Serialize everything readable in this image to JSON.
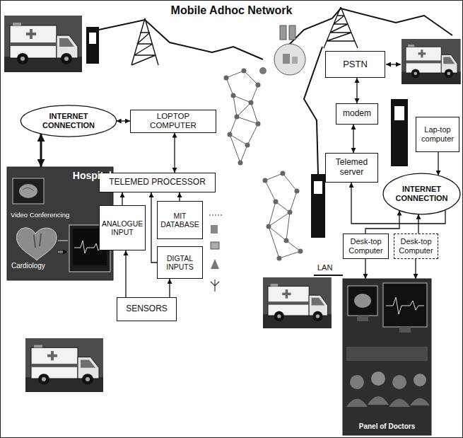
{
  "diagram": {
    "title": "Mobile Adhoc Network",
    "nodes": [
      {
        "text": [
          "INTERNET CONNECTION"
        ]
      },
      {
        "text": [
          "LOPTOP COMPUTER"
        ]
      },
      {
        "text": [
          "Hospital",
          "Video Conferencing",
          "Cardiology"
        ]
      },
      {
        "text": [
          "TELEMED PROCESSOR"
        ]
      },
      {
        "text": [
          "ANALOGUE INPUT"
        ]
      },
      {
        "text": [
          "MIT DATABASE"
        ]
      },
      {
        "text": [
          "DIGTAL INPUTS"
        ]
      },
      {
        "text": [
          "SENSORS"
        ]
      },
      {
        "text": [
          "PSTN"
        ]
      },
      {
        "text": [
          "modem"
        ]
      },
      {
        "text": [
          "Lap-top computer"
        ]
      },
      {
        "text": [
          "Telemed server"
        ]
      },
      {
        "text": [
          "INTERNET CONNECTION"
        ]
      },
      {
        "text": [
          "Desk-top Computer"
        ]
      },
      {
        "text": [
          "Desk-top Computer"
        ]
      },
      {
        "text": [
          "Panel of Doctors"
        ]
      }
    ],
    "edges": [
      {
        "from": 2,
        "to": 0,
        "arrow": "both"
      },
      {
        "from": 0,
        "to": 1,
        "arrow": "both"
      },
      {
        "from": 1,
        "to": 3,
        "arrow": "both"
      },
      {
        "from": 4,
        "to": 3,
        "arrow": "to"
      },
      {
        "from": 5,
        "to": 3,
        "arrow": "to"
      },
      {
        "from": 6,
        "to": 3,
        "arrow": "to"
      },
      {
        "from": 7,
        "to": 4,
        "arrow": "to"
      },
      {
        "from": 7,
        "to": 6,
        "arrow": "to"
      },
      {
        "from": 8,
        "to": 9,
        "arrow": "both"
      },
      {
        "from": 9,
        "to": 11,
        "arrow": "both"
      },
      {
        "from": 10,
        "to": 12,
        "arrow": "to"
      },
      {
        "from": 12,
        "to": 11,
        "arrow": "to"
      },
      {
        "from": 13,
        "to": 12,
        "arrow": "to"
      },
      {
        "from": 14,
        "to": 12,
        "arrow": "to"
      },
      {
        "from": 13,
        "to": 15,
        "arrow": "to"
      },
      {
        "from": 14,
        "to": 15,
        "arrow": "to"
      }
    ],
    "labels": [
      "LAN"
    ]
  }
}
